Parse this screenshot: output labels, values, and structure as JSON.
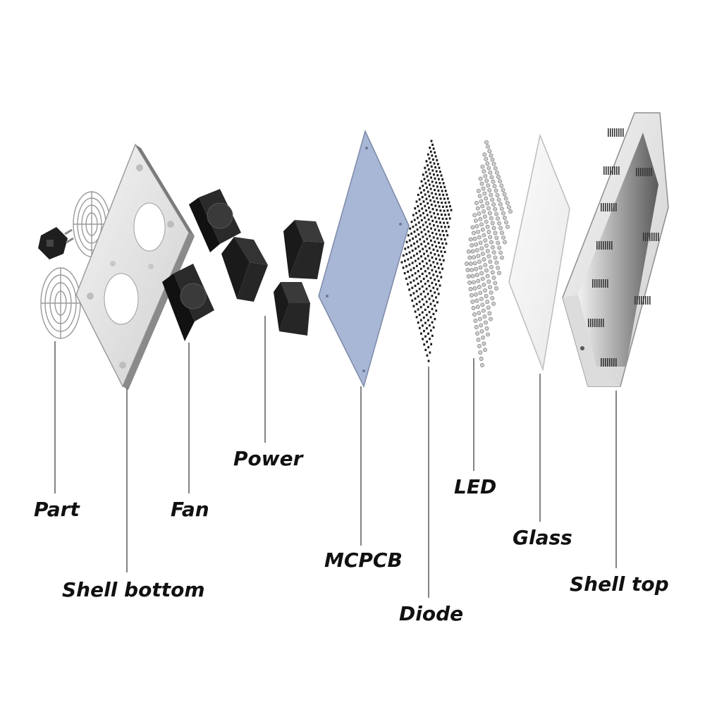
{
  "labels": {
    "part": "Part",
    "shell_bottom": "Shell bottom",
    "fan": "Fan",
    "power": "Power",
    "mcpcb": "MCPCB",
    "diode": "Diode",
    "led": "LED",
    "glass": "Glass",
    "shell_top": "Shell top"
  },
  "colors": {
    "ink": "#111111",
    "leader_line": "#666666",
    "pcb": "#a9b7d6",
    "black_component": "#1c1c1c",
    "metal": "#e6e6e6"
  }
}
